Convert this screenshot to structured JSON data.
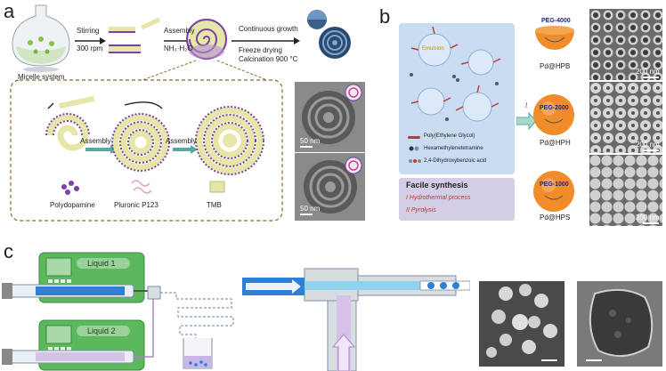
{
  "panel_labels": {
    "a": "a",
    "b": "b",
    "c": "c"
  },
  "panel_a": {
    "micelle_label": "Micelle system",
    "stirring_label": "Stirring",
    "stirring_speed": "300 rpm",
    "assembly_label": "Assembly",
    "assembly_reagent": "NH₃·H₂O",
    "process_line1": "Continuous growth",
    "process_line2": "Freeze drying",
    "process_line3": "Calcination 900 °C",
    "inset_assembly1": "Assembly",
    "inset_assembly2": "Assembly",
    "legend_polydopamine": "Polydopamine",
    "legend_pluronic": "Pluronic P123",
    "legend_tmb": "TMB",
    "tem_scale1": "50 nm",
    "tem_scale2": "50 nm"
  },
  "panel_b": {
    "emulsion1": "Emulsion",
    "legend_peg": "Poly(Ethylene Glycol)",
    "legend_hmt": "Hexamethylenetetramine",
    "legend_dhba": "2,4-Dihydroxybenzoic acid",
    "facile_title": "Facile synthesis",
    "step1": "I  Hydrothermal process",
    "step2": "II  Pyrolysis",
    "arrow_label": "I",
    "peg4000": "PEG-4000",
    "peg2000": "PEG-2000",
    "peg1000": "PEG-1000",
    "hpb": "Pd@HPB",
    "hph": "Pd@HPH",
    "hps": "Pd@HPS",
    "scale1": "200 nm",
    "scale2": "200 nm",
    "scale3": "200 nm"
  },
  "panel_c": {
    "liquid1": "Liquid 1",
    "liquid2": "Liquid 2"
  },
  "colors": {
    "yellow_layer": "#e6e6a8",
    "purple_dots": "#7b3fa8",
    "green_pump": "#5cb85c",
    "panel_b_bg": "#c9dcf2",
    "arrow_teal": "#5aa7a0",
    "orange_sphere": "#f08c2a",
    "blue_channel": "#2e7fd6",
    "lilac_channel": "#d6c2e6"
  }
}
